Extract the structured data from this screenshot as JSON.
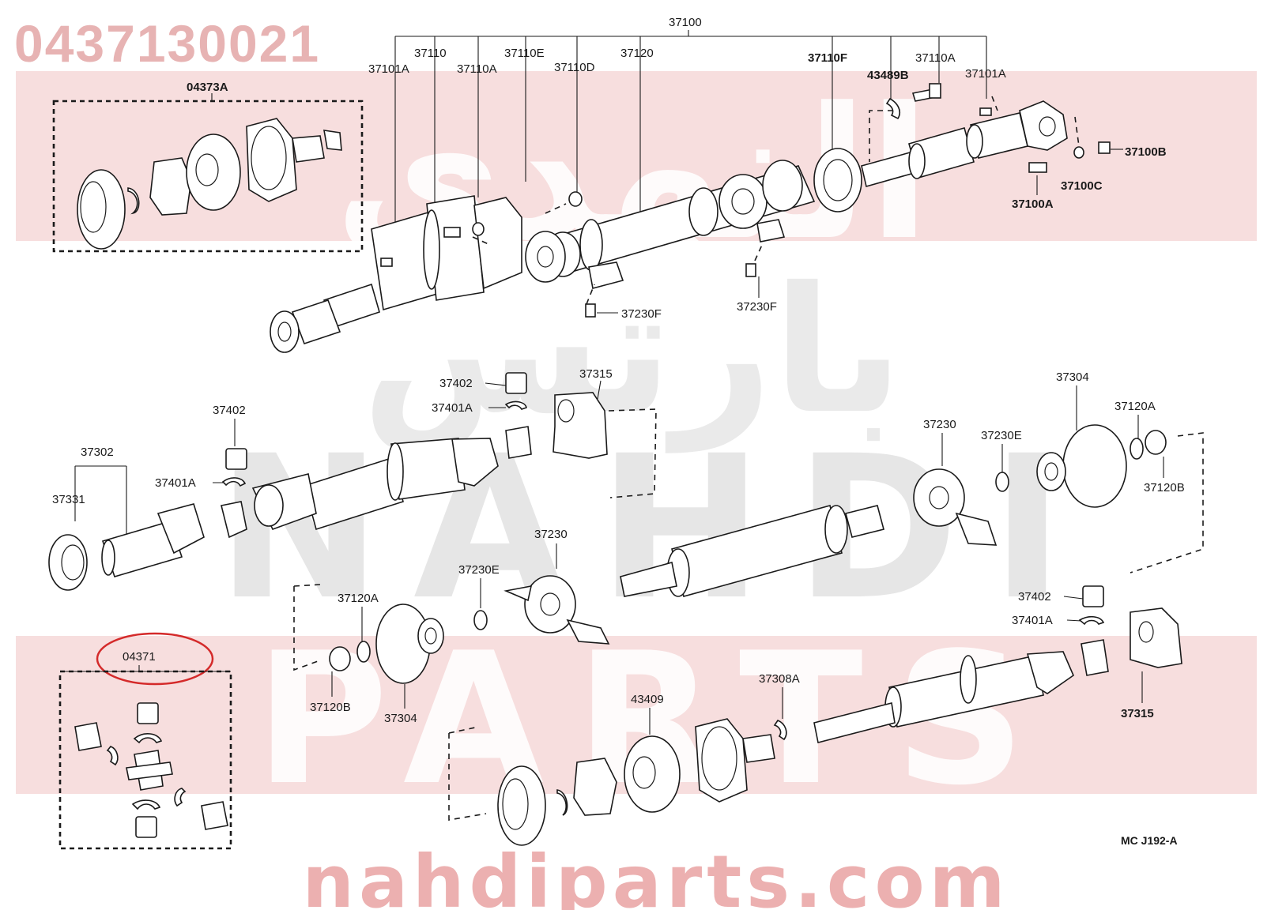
{
  "part_number": "0437130021",
  "watermark": {
    "arabic_top": "النهدي",
    "arabic_mid": "بارتس",
    "latin_1": "NAHDI",
    "latin_2": "PARTS",
    "site": "nahdiparts.com",
    "color_red": "#e9a3a3",
    "color_gray": "#d6d6d6"
  },
  "diagram_code": "MC J192-A",
  "labels": {
    "l37100": "37100",
    "l37110": "37110",
    "l37110E": "37110E",
    "l37120": "37120",
    "l37110F": "37110F",
    "l37110A_top": "37110A",
    "l37101A_left": "37101A",
    "l37110A_left": "37110A",
    "l37110D": "37110D",
    "l43489B": "43489B",
    "l37101A_right": "37101A",
    "l04373A": "04373A",
    "l37100B": "37100B",
    "l37100C": "37100C",
    "l37100A": "37100A",
    "l37230F_left": "37230F",
    "l37230F_right": "37230F",
    "l37402_top": "37402",
    "l37401A_top": "37401A",
    "l37315_top": "37315",
    "l37402_left": "37402",
    "l37302": "37302",
    "l37401A_left": "37401A",
    "l37331": "37331",
    "l37304_right": "37304",
    "l37120A_right": "37120A",
    "l37230_right": "37230",
    "l37230E_right": "37230E",
    "l37120B_right": "37120B",
    "l37230_mid": "37230",
    "l37230E_mid": "37230E",
    "l37120A_mid": "37120A",
    "l37120B_mid": "37120B",
    "l37304_mid": "37304",
    "l04371": "04371",
    "l37402_br": "37402",
    "l37401A_br": "37401A",
    "l37315_br": "37315",
    "l43409": "43409",
    "l37308A": "37308A"
  },
  "highlight": {
    "part": "04371",
    "color": "#d42a2a"
  }
}
